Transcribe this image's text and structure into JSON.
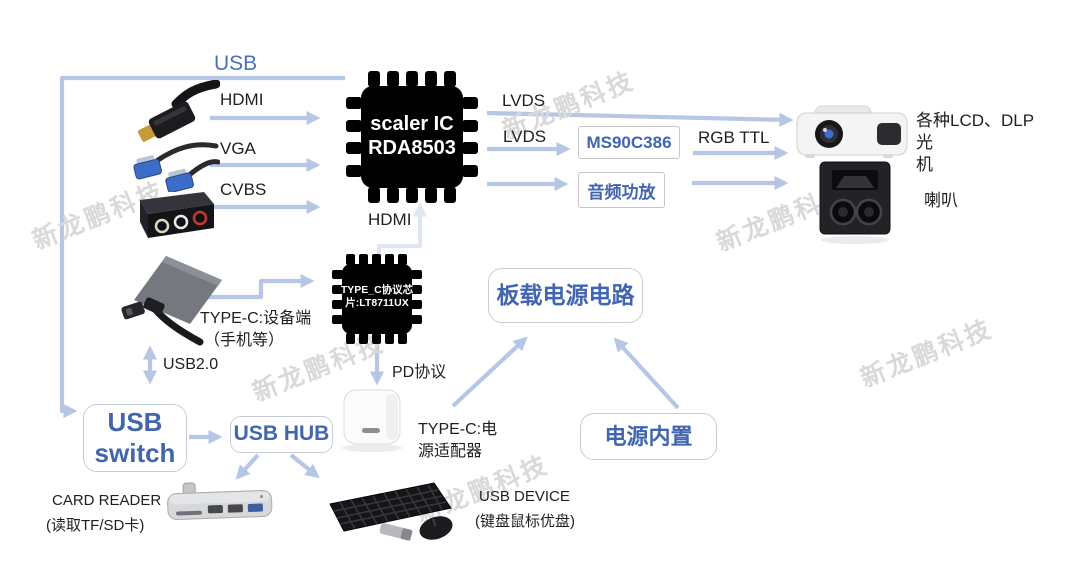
{
  "watermark": {
    "text": "新龙鹏科技"
  },
  "colors": {
    "arrow_blue": "#b6c7e6",
    "arrow_light": "#e0e6ef",
    "box_text_blue": "#4165ae",
    "box_border_rounded": "#c7cdd7",
    "box_border_square": "#c6c6c6",
    "chip_fill": "#000000",
    "chip_text": "#ffffff",
    "label_black": "#1f1f1f",
    "usb_label_blue": "#4a70b8",
    "watermark_gray": "#d9d9d9"
  },
  "nodes": {
    "usb_line_label": "USB",
    "hdmi_in": "HDMI",
    "vga_in": "VGA",
    "cvbs_in": "CVBS",
    "scaler_chip": {
      "line1": "scaler IC",
      "line2": "RDA8503"
    },
    "lvds_top": "LVDS",
    "lvds_mid": "LVDS",
    "rgb_ttl": "RGB TTL",
    "ms_chip_box": "MS90C386",
    "audio_amp_box": "音频功放",
    "display_label": {
      "line1": "各种LCD、DLP光",
      "line2": "机"
    },
    "speaker_label": "喇叭",
    "hdmi_internal": "HDMI",
    "typec_chip": {
      "line1": "TYPE_C协议芯",
      "line2": "片:LT8711UX"
    },
    "typec_device_label": {
      "line1": "TYPE-C:设备端",
      "line2": "（手机等）"
    },
    "usb20_label": "USB2.0",
    "pd_label": "PD协议",
    "onboard_power_box": "板载电源电路",
    "power_builtin_box": "电源内置",
    "usb_switch_box": {
      "line1": "USB",
      "line2": "switch"
    },
    "usb_hub_box": "USB HUB",
    "adapter_label": {
      "line1": "TYPE-C:电",
      "line2": "源适配器"
    },
    "card_reader_label": {
      "line1": "CARD READER",
      "line2": "(读取TF/SD卡)"
    },
    "usb_device_label": {
      "line1": "USB DEVICE",
      "line2": "(键盘鼠标优盘)"
    }
  }
}
